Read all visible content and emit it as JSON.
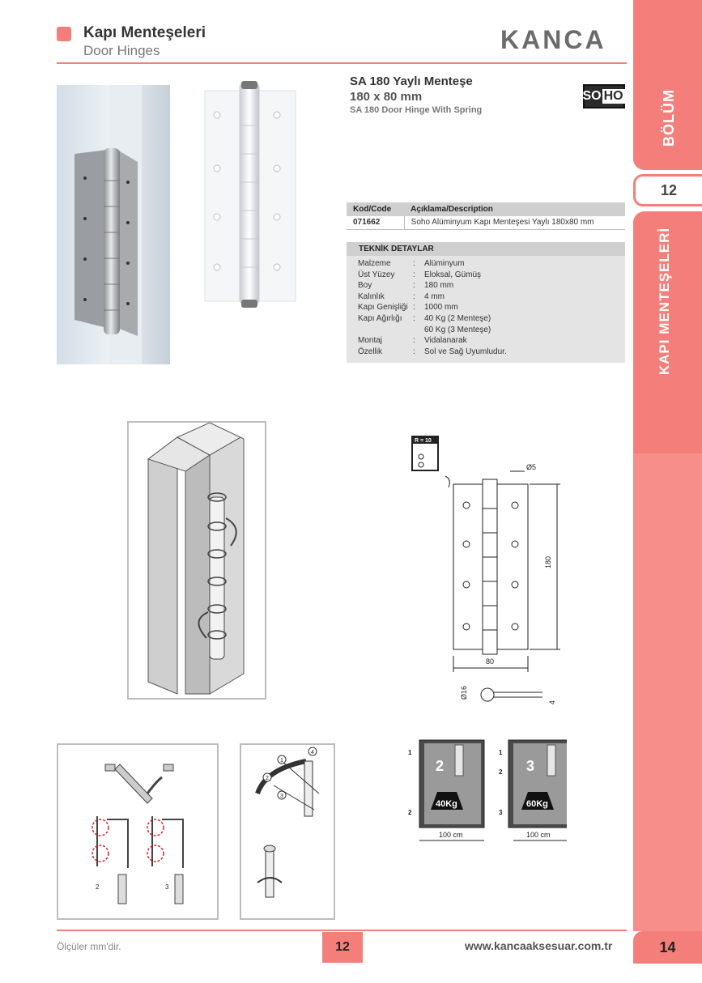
{
  "header": {
    "title_tr": "Kapı Menteşeleri",
    "title_en": "Door Hinges",
    "brand": "KANCA"
  },
  "sidebar": {
    "section_label": "BÖLÜM",
    "section_number": "12",
    "category_label": "KAPI MENTEŞELERİ",
    "page_number": "14"
  },
  "product": {
    "name": "SA 180 Yaylı Menteşe",
    "size": "180 x 80 mm",
    "name_en": "SA 180 Door Hinge With Spring",
    "brand_logo": {
      "left": "SO",
      "right": "HO"
    }
  },
  "code_table": {
    "headers": [
      "Kod/Code",
      "Açıklama/Description"
    ],
    "rows": [
      [
        "071662",
        "Soho Alüminyum Kapı Menteşesi Yaylı 180x80 mm"
      ]
    ]
  },
  "tech_details": {
    "title": "TEKNİK DETAYLAR",
    "rows": [
      {
        "key": "Malzeme",
        "sep": ":",
        "value": "Alüminyum"
      },
      {
        "key": "Üst Yüzey",
        "sep": ":",
        "value": "Eloksal, Gümüş"
      },
      {
        "key": "Boy",
        "sep": ":",
        "value": "180 mm"
      },
      {
        "key": "Kalınlık",
        "sep": ":",
        "value": "4 mm"
      },
      {
        "key": "Kapı Genişliği",
        "sep": ":",
        "value": "1000 mm"
      },
      {
        "key": "Kapı Ağırlığı",
        "sep": ":",
        "value": "40 Kg (2 Menteşe)"
      },
      {
        "key": "",
        "sep": "",
        "value": "60 Kg (3 Menteşe)"
      },
      {
        "key": "Montaj",
        "sep": ":",
        "value": "Vidalanarak"
      },
      {
        "key": "Özellik",
        "sep": ":",
        "value": "Sol ve Sağ Uyumludur."
      }
    ]
  },
  "drawing": {
    "radius_label": "R = 10",
    "pin_dia": "Ø5",
    "height": "180",
    "width": "80",
    "knuckle_dia": "Ø16",
    "thickness": "4"
  },
  "door_diagrams": [
    {
      "count": "2",
      "weight": "40Kg",
      "width": "100 cm",
      "markers": [
        "1",
        "2"
      ]
    },
    {
      "count": "3",
      "weight": "60Kg",
      "width": "100 cm",
      "markers": [
        "1",
        "2",
        "3"
      ]
    }
  ],
  "install_diagram": {
    "labels": [
      "2",
      "3"
    ],
    "steps": [
      "1",
      "2",
      "3",
      "4"
    ]
  },
  "footer": {
    "note": "Ölçüler mm'dir.",
    "page": "12",
    "url": "www.kancaaksesuar.com.tr"
  }
}
